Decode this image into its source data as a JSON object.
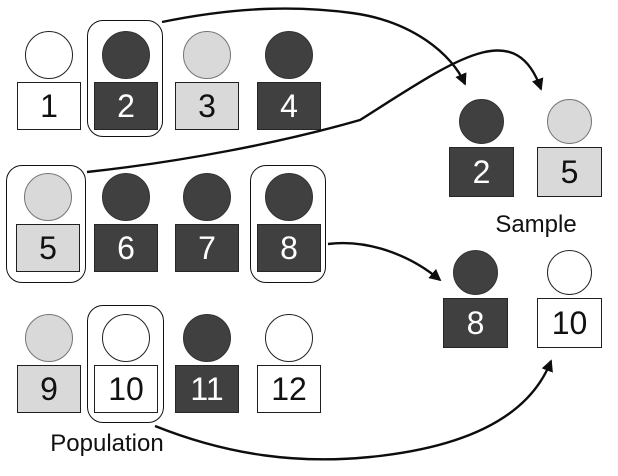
{
  "population": {
    "label": "Population",
    "figures": [
      {
        "number": "1",
        "shade": "white",
        "selected": false
      },
      {
        "number": "2",
        "shade": "dark",
        "selected": true
      },
      {
        "number": "3",
        "shade": "light",
        "selected": false
      },
      {
        "number": "4",
        "shade": "dark",
        "selected": false
      },
      {
        "number": "5",
        "shade": "light",
        "selected": true
      },
      {
        "number": "6",
        "shade": "dark",
        "selected": false
      },
      {
        "number": "7",
        "shade": "dark",
        "selected": false
      },
      {
        "number": "8",
        "shade": "dark",
        "selected": true
      },
      {
        "number": "9",
        "shade": "light",
        "selected": false
      },
      {
        "number": "10",
        "shade": "white",
        "selected": true
      },
      {
        "number": "11",
        "shade": "dark",
        "selected": false
      },
      {
        "number": "12",
        "shade": "white",
        "selected": false
      }
    ]
  },
  "sample": {
    "label": "Sample",
    "figures": [
      {
        "number": "2",
        "shade": "dark"
      },
      {
        "number": "5",
        "shade": "light"
      },
      {
        "number": "8",
        "shade": "dark"
      },
      {
        "number": "10",
        "shade": "white"
      }
    ]
  },
  "arrows": [
    {
      "from": "population-figure-2",
      "to": "sample-figure-2"
    },
    {
      "from": "population-figure-5",
      "to": "sample-figure-5"
    },
    {
      "from": "population-figure-8",
      "to": "sample-figure-8"
    },
    {
      "from": "population-figure-10",
      "to": "sample-figure-10"
    }
  ],
  "colors": {
    "dark_fill": "#404040",
    "light_fill": "#d9d9d9",
    "white_fill": "#ffffff",
    "outline": "#000000",
    "background": "#ffffff"
  }
}
